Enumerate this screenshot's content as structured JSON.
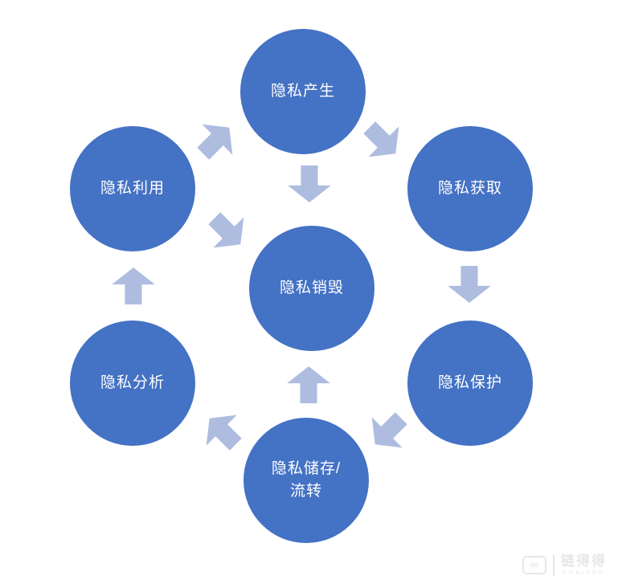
{
  "diagram": {
    "type": "cycle",
    "nodes": {
      "produce": {
        "label": "隐私产生"
      },
      "acquire": {
        "label": "隐私获取"
      },
      "protect": {
        "label": "隐私保护"
      },
      "store": {
        "label": [
          "隐私储存/",
          "流转"
        ]
      },
      "analyze": {
        "label": "隐私分析"
      },
      "use": {
        "label": "隐私利用"
      },
      "destroy": {
        "label": "隐私销毁"
      }
    },
    "arrows": [
      {
        "from": "隐私利用",
        "to": "隐私产生",
        "direction": "up-right"
      },
      {
        "from": "隐私产生",
        "to": "隐私获取",
        "direction": "down-right"
      },
      {
        "from": "隐私获取",
        "to": "隐私保护",
        "direction": "down"
      },
      {
        "from": "隐私保护",
        "to": "隐私储存/流转",
        "direction": "down-left"
      },
      {
        "from": "隐私储存/流转",
        "to": "隐私分析",
        "direction": "up-left"
      },
      {
        "from": "隐私分析",
        "to": "隐私利用",
        "direction": "up"
      },
      {
        "from": "隐私产生",
        "to": "隐私销毁",
        "direction": "down"
      },
      {
        "from": "隐私利用",
        "to": "隐私销毁",
        "direction": "down-right"
      },
      {
        "from": "隐私储存/流转",
        "to": "隐私销毁",
        "direction": "up"
      }
    ],
    "colors": {
      "node_fill": "#4472C4",
      "arrow_fill": "#AEBCE0",
      "node_text": "#FFFFFF",
      "background": "#FFFFFF",
      "watermark": "#E7E7E7"
    }
  },
  "watermark": {
    "logo_text": "dd",
    "brand": "链得得",
    "sub": "CHAINDD"
  }
}
